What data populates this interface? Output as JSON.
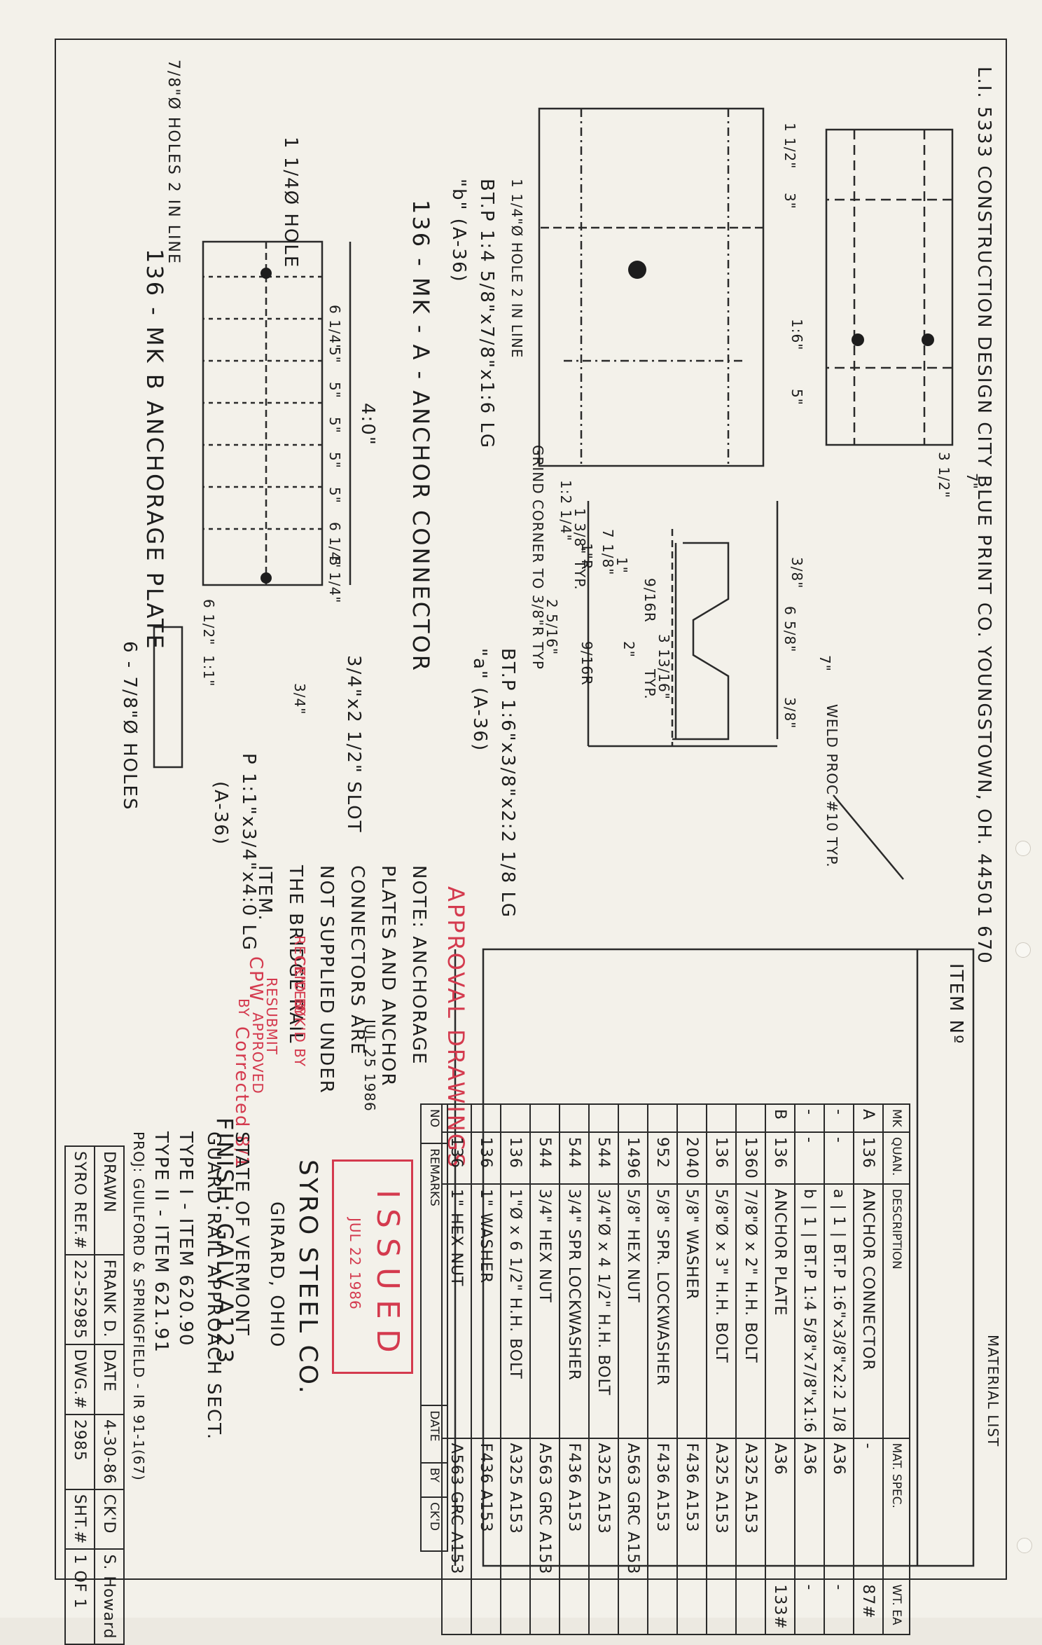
{
  "drawing": {
    "side_strip_text": "L.I. 5333 CONSTRUCTION DESIGN CITY BLUE PRINT CO. YOUNGSTOWN, OH. 44501 670",
    "anchor_connector": {
      "plate_label": "BT.P 1:4 5/8\"x7/8\"x1:6 LG",
      "plate_mark": "\"b\" (A-36)",
      "title": "136 - MK - A - ANCHOR CONNECTOR",
      "hole_label": "7/8\"Ø HOLES 2 IN LINE",
      "hole_note": "1 1/4\"Ø HOLE 2 IN LINE",
      "grind_note": "GRIND CORNER TO 3/8\"R TYP",
      "plate_a_label": "BT.P 1:6\"x3/8\"x2:2 1/8 LG",
      "plate_a_mark": "\"a\" (A-36)",
      "weld_note": "WELD PROC #10 TYP.",
      "dims": [
        "1 1/2\"",
        "3\"",
        "1:6\"",
        "5\"",
        "3 1/2\"",
        "7\"",
        "1:2 1/4\"",
        "7 1/8\"",
        "1\"",
        "1 3/8\" TYP.",
        "1\"R",
        "9/16R",
        "2 5/16\"",
        "2\"",
        "3 13/16\"",
        "TYP.",
        "3/8\"",
        "6 5/8\"",
        "7\"",
        "3/8\"",
        "9/16R"
      ]
    },
    "anchorage_plate": {
      "hole_label": "1 1/4Ø HOLE",
      "title": "136 - MK B ANCHORAGE PLATE",
      "length": "4:0\"",
      "spacings": [
        "6 1/4\"",
        "5\"",
        "5\"",
        "5\"",
        "5\"",
        "5\"",
        "6 1/4\"",
        "5 1/4\""
      ],
      "slot": "3/4\"x2 1/2\" SLOT",
      "holes": "6 - 7/8\"Ø HOLES",
      "dim_a": "6 1/2\"",
      "dim_b": "1:1\"",
      "dim_c": "3/4\"",
      "plate_label": "P 1:1\"x3/4\"x4:0 LG",
      "plate_spec": "(A-36)"
    },
    "note": "NOTE: ANCHORAGE PLATES AND ANCHOR CONNECTORS ARE NOT SUPPLIED UNDER THE BRIDGE RAIL ITEM.",
    "finish": "FINISH: GALV A123",
    "approval_stamp": "APPROVAL DRAWINGS",
    "received_stamp": {
      "received": "RECEIVED",
      "ckd_by": "CK'D BY",
      "ckd_by_value": "CPW",
      "okd_by": "OK'D BY",
      "resubmit": "RESUBMIT",
      "approved": "APPROVED",
      "by": "BY",
      "by_value": "Corrected 8/1",
      "date": "JUL 25 1986"
    },
    "issued_stamp": {
      "text": "ISSUED",
      "date": "JUL 22 1986"
    }
  },
  "material_list": {
    "title": "MATERIAL LIST",
    "headers": [
      "MK",
      "QUAN.",
      "DESCRIPTION",
      "MAT. SPEC.",
      "WT. EA"
    ],
    "item_header": "ITEM Nº",
    "rows": [
      {
        "mk": "A",
        "quan": "136",
        "description": "ANCHOR CONNECTOR",
        "spec": "-",
        "wt": "87#"
      },
      {
        "mk": "-",
        "quan": "-",
        "description": "a | 1 | BT.P 1:6\"x3/8\"x2:2 1/8",
        "spec": "A36",
        "wt": "-"
      },
      {
        "mk": "-",
        "quan": "-",
        "description": "b | 1 | BT.P 1:4 5/8\"x7/8\"x1:6",
        "spec": "A36",
        "wt": "-"
      },
      {
        "mk": "B",
        "quan": "136",
        "description": "ANCHOR PLATE",
        "spec": "A36",
        "wt": "133#"
      },
      {
        "mk": "",
        "quan": "1360",
        "description": "7/8\"Ø x 2\" H.H. BOLT",
        "spec": "A325 A153",
        "wt": ""
      },
      {
        "mk": "",
        "quan": "136",
        "description": "5/8\"Ø x 3\" H.H. BOLT",
        "spec": "A325 A153",
        "wt": ""
      },
      {
        "mk": "",
        "quan": "2040",
        "description": "5/8\" WASHER",
        "spec": "F436 A153",
        "wt": ""
      },
      {
        "mk": "",
        "quan": "952",
        "description": "5/8\" SPR. LOCKWASHER",
        "spec": "F436 A153",
        "wt": ""
      },
      {
        "mk": "",
        "quan": "1496",
        "description": "5/8\" HEX NUT",
        "spec": "A563 GRC A153",
        "wt": ""
      },
      {
        "mk": "",
        "quan": "544",
        "description": "3/4\"Ø x 4 1/2\" H.H. BOLT",
        "spec": "A325 A153",
        "wt": ""
      },
      {
        "mk": "",
        "quan": "544",
        "description": "3/4\" SPR LOCKWASHER",
        "spec": "F436 A153",
        "wt": ""
      },
      {
        "mk": "",
        "quan": "544",
        "description": "3/4\" HEX NUT",
        "spec": "A563 GRC A153",
        "wt": ""
      },
      {
        "mk": "",
        "quan": "136",
        "description": "1\"Ø x 6 1/2\" H.H. BOLT",
        "spec": "A325 A153",
        "wt": ""
      },
      {
        "mk": "",
        "quan": "136",
        "description": "1\" WASHER",
        "spec": "F436 A153",
        "wt": ""
      },
      {
        "mk": "",
        "quan": "136",
        "description": "1\" HEX NUT",
        "spec": "A563 GRC A153",
        "wt": ""
      }
    ],
    "remarks_headers": [
      "NO",
      "REMARKS",
      "DATE",
      "BY",
      "CK'D"
    ]
  },
  "title_block": {
    "company": "SYRO STEEL CO.",
    "city": "GIRARD, OHIO",
    "project_lines": [
      "STATE OF VERMONT",
      "GUARD RAIL APPROACH SECT.",
      "TYPE I - ITEM 620.90",
      "TYPE II - ITEM 621.91",
      "PROJ: GUILFORD & SPRINGFIELD - IR 91-1(67)"
    ],
    "drawn_label": "DRAWN",
    "drawn": "FRANK D.",
    "date_label": "DATE",
    "date": "4-30-86",
    "ckd_label": "CK'D",
    "ckd": "S. Howard",
    "ref_label": "SYRO REF.#",
    "ref": "22-52985",
    "dwg_label": "DWG.#",
    "dwg": "2985",
    "sht_label": "SHT.#",
    "sht": "1 OF 1"
  },
  "colors": {
    "paper": "#f3f1ea",
    "ink": "#1d1d1d",
    "stamp_red": "#d43a4e",
    "pencil": "#2a2a2a"
  }
}
